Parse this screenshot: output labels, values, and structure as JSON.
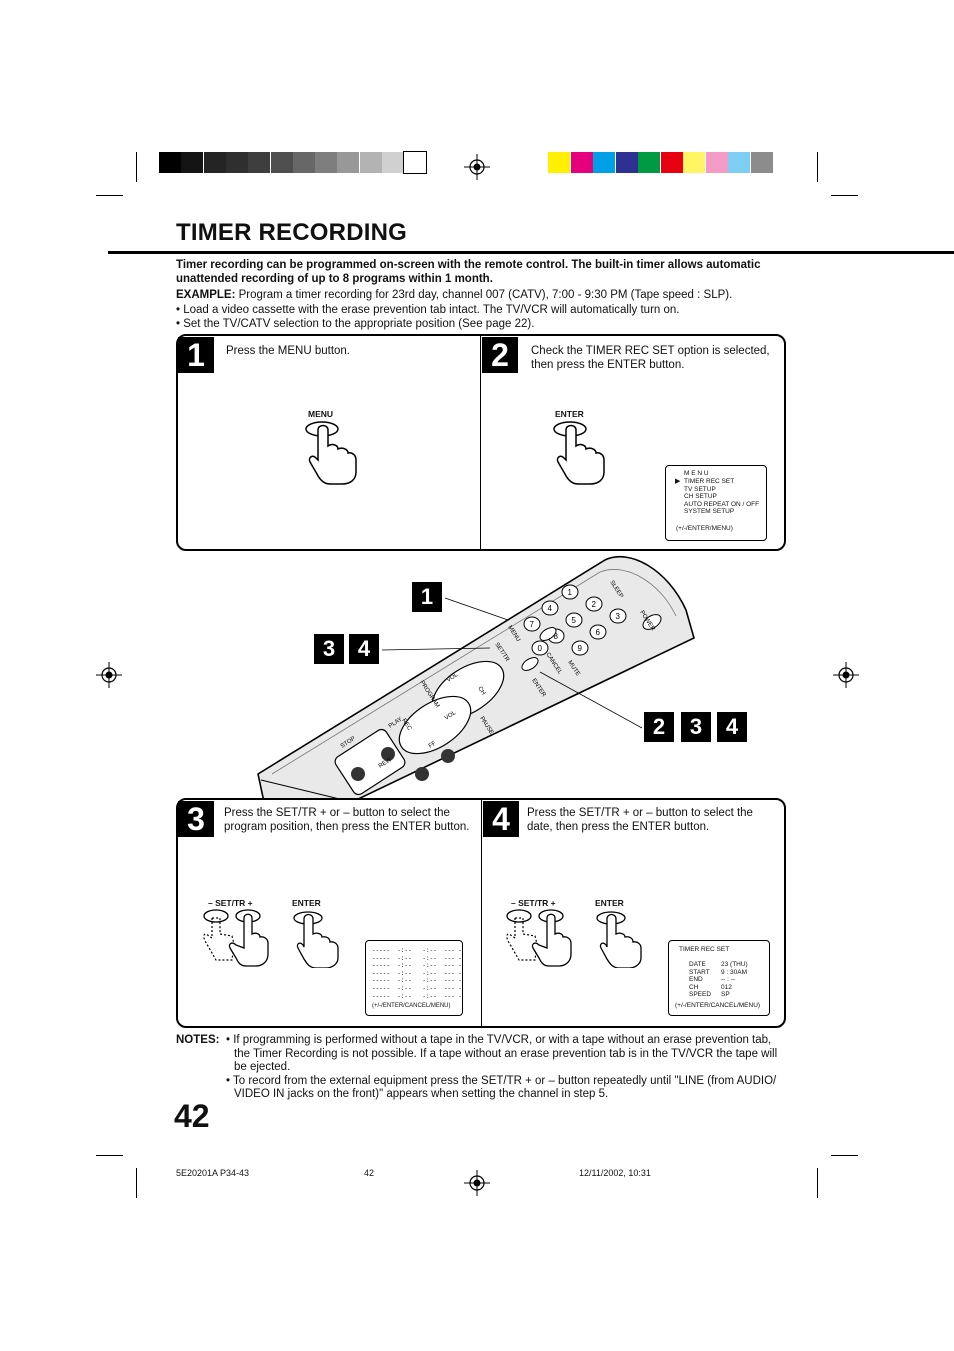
{
  "page": {
    "title": "TIMER RECORDING",
    "intro": "Timer recording can be programmed on-screen with the remote control. The built-in timer allows automatic unattended recording of up to 8 programs within 1 month.",
    "example_label": "EXAMPLE:",
    "example_text": " Program a timer recording for 23rd day, channel 007 (CATV), 7:00 - 9:30 PM (Tape speed : SLP).",
    "bullets": [
      "• Load a video cassette with the erase prevention tab intact. The TV/VCR will automatically turn on.",
      "• Set the TV/CATV selection to the appropriate position (See page 22)."
    ]
  },
  "steps": [
    {
      "num": "1",
      "text": "Press the MENU button.",
      "button": "MENU"
    },
    {
      "num": "2",
      "text": "Check the TIMER REC SET option is selected, then press the ENTER button.",
      "button": "ENTER"
    },
    {
      "num": "3",
      "text": "Press the SET/TR + or – button to select the program position, then press the ENTER button.",
      "button1": "– SET/TR +",
      "button2": "ENTER"
    },
    {
      "num": "4",
      "text": "Press the SET/TR + or – button to select the date, then press the ENTER button.",
      "button1": "– SET/TR +",
      "button2": "ENTER"
    }
  ],
  "menu_screen": {
    "title": "M E N U",
    "items": [
      "TIMER REC SET",
      "TV SETUP",
      "CH SETUP",
      "AUTO REPEAT   ON / OFF",
      "SYSTEM  SETUP"
    ],
    "footer": "(+/-/ENTER/MENU)"
  },
  "program_screen": {
    "footer": "(+/-/ENTER/CANCEL/MENU)"
  },
  "timer_screen": {
    "title": "TIMER  REC  SET",
    "labels": [
      "DATE",
      "START",
      "END",
      "CH",
      "SPEED"
    ],
    "values": [
      "23 (THU)",
      "9 : 30AM",
      "-- : --",
      "012",
      "SP"
    ],
    "footer": "(+/-/ENTER/CANCEL/MENU)"
  },
  "callouts": {
    "c1": "1",
    "c34": [
      "3",
      "4"
    ],
    "c234": [
      "2",
      "3",
      "4"
    ]
  },
  "remote": {
    "keys": [
      "1",
      "2",
      "3",
      "4",
      "5",
      "6",
      "7",
      "8",
      "9",
      "0"
    ],
    "labels": [
      "POWER",
      "SLEEP",
      "MENU",
      "ENTER",
      "SET/TR",
      "CANCEL",
      "MUTE",
      "PROGRAM",
      "VOL",
      "CH",
      "REC",
      "STOP",
      "PLAY",
      "REW",
      "FF",
      "PAUSE"
    ]
  },
  "notes": {
    "label": "NOTES:",
    "items": [
      "• If programming is performed without a tape in the TV/VCR, or with a tape without an erase prevention tab, the Timer Recording is not possible. If a tape without an erase prevention tab is in the TV/VCR the tape will be ejected.",
      "• To record from the external equipment press the SET/TR + or – button repeatedly until \"LINE (from AUDIO/ VIDEO IN jacks on the front)\" appears when setting the channel in step 5."
    ]
  },
  "page_number": "42",
  "footer": {
    "left": "5E20201A P34-43",
    "center": "42",
    "right": "12/11/2002, 10:31"
  },
  "colors": {
    "gray_bar": [
      "#000000",
      "#141414",
      "#242424",
      "#2f2f2f",
      "#3e3e3e",
      "#4e4e4e",
      "#676767",
      "#7e7e7e",
      "#989898",
      "#b3b3b3",
      "#d0d0d0",
      "#ffffff"
    ],
    "color_bar": [
      "#ffef00",
      "#e6007e",
      "#00a0e9",
      "#2e3192",
      "#009944",
      "#e60012",
      "#fff462",
      "#f39ac7",
      "#7ecef4",
      "#8c8c8c"
    ]
  }
}
